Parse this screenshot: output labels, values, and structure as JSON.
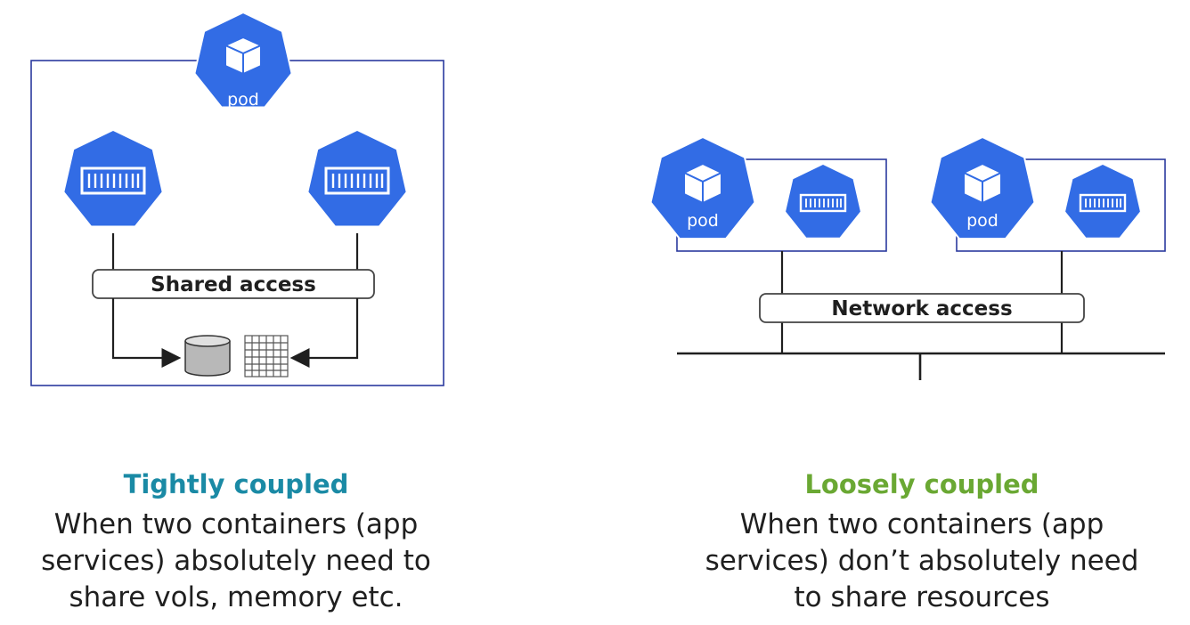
{
  "left": {
    "pod_label": "pod",
    "shared_access_label": "Shared access",
    "title": "Tightly coupled",
    "title_color": "#1a8aa5",
    "description_lines": [
      "When two containers (app",
      "services) absolutely need to",
      "share vols, memory etc."
    ]
  },
  "right": {
    "pod_a_label": "pod",
    "pod_b_label": "pod",
    "network_access_label": "Network access",
    "title": "Loosely coupled",
    "title_color": "#6aa833",
    "description_lines": [
      "When two containers (app",
      "services) don’t absolutely need",
      "to share resources"
    ]
  },
  "colors": {
    "k8s_blue": "#326ce5",
    "frame_blue": "#2b3a9e",
    "line": "#1f1f1f"
  },
  "icons": {
    "pod": "cube-icon",
    "container": "container-icon",
    "volume": "database-icon",
    "memory": "grid-icon"
  }
}
